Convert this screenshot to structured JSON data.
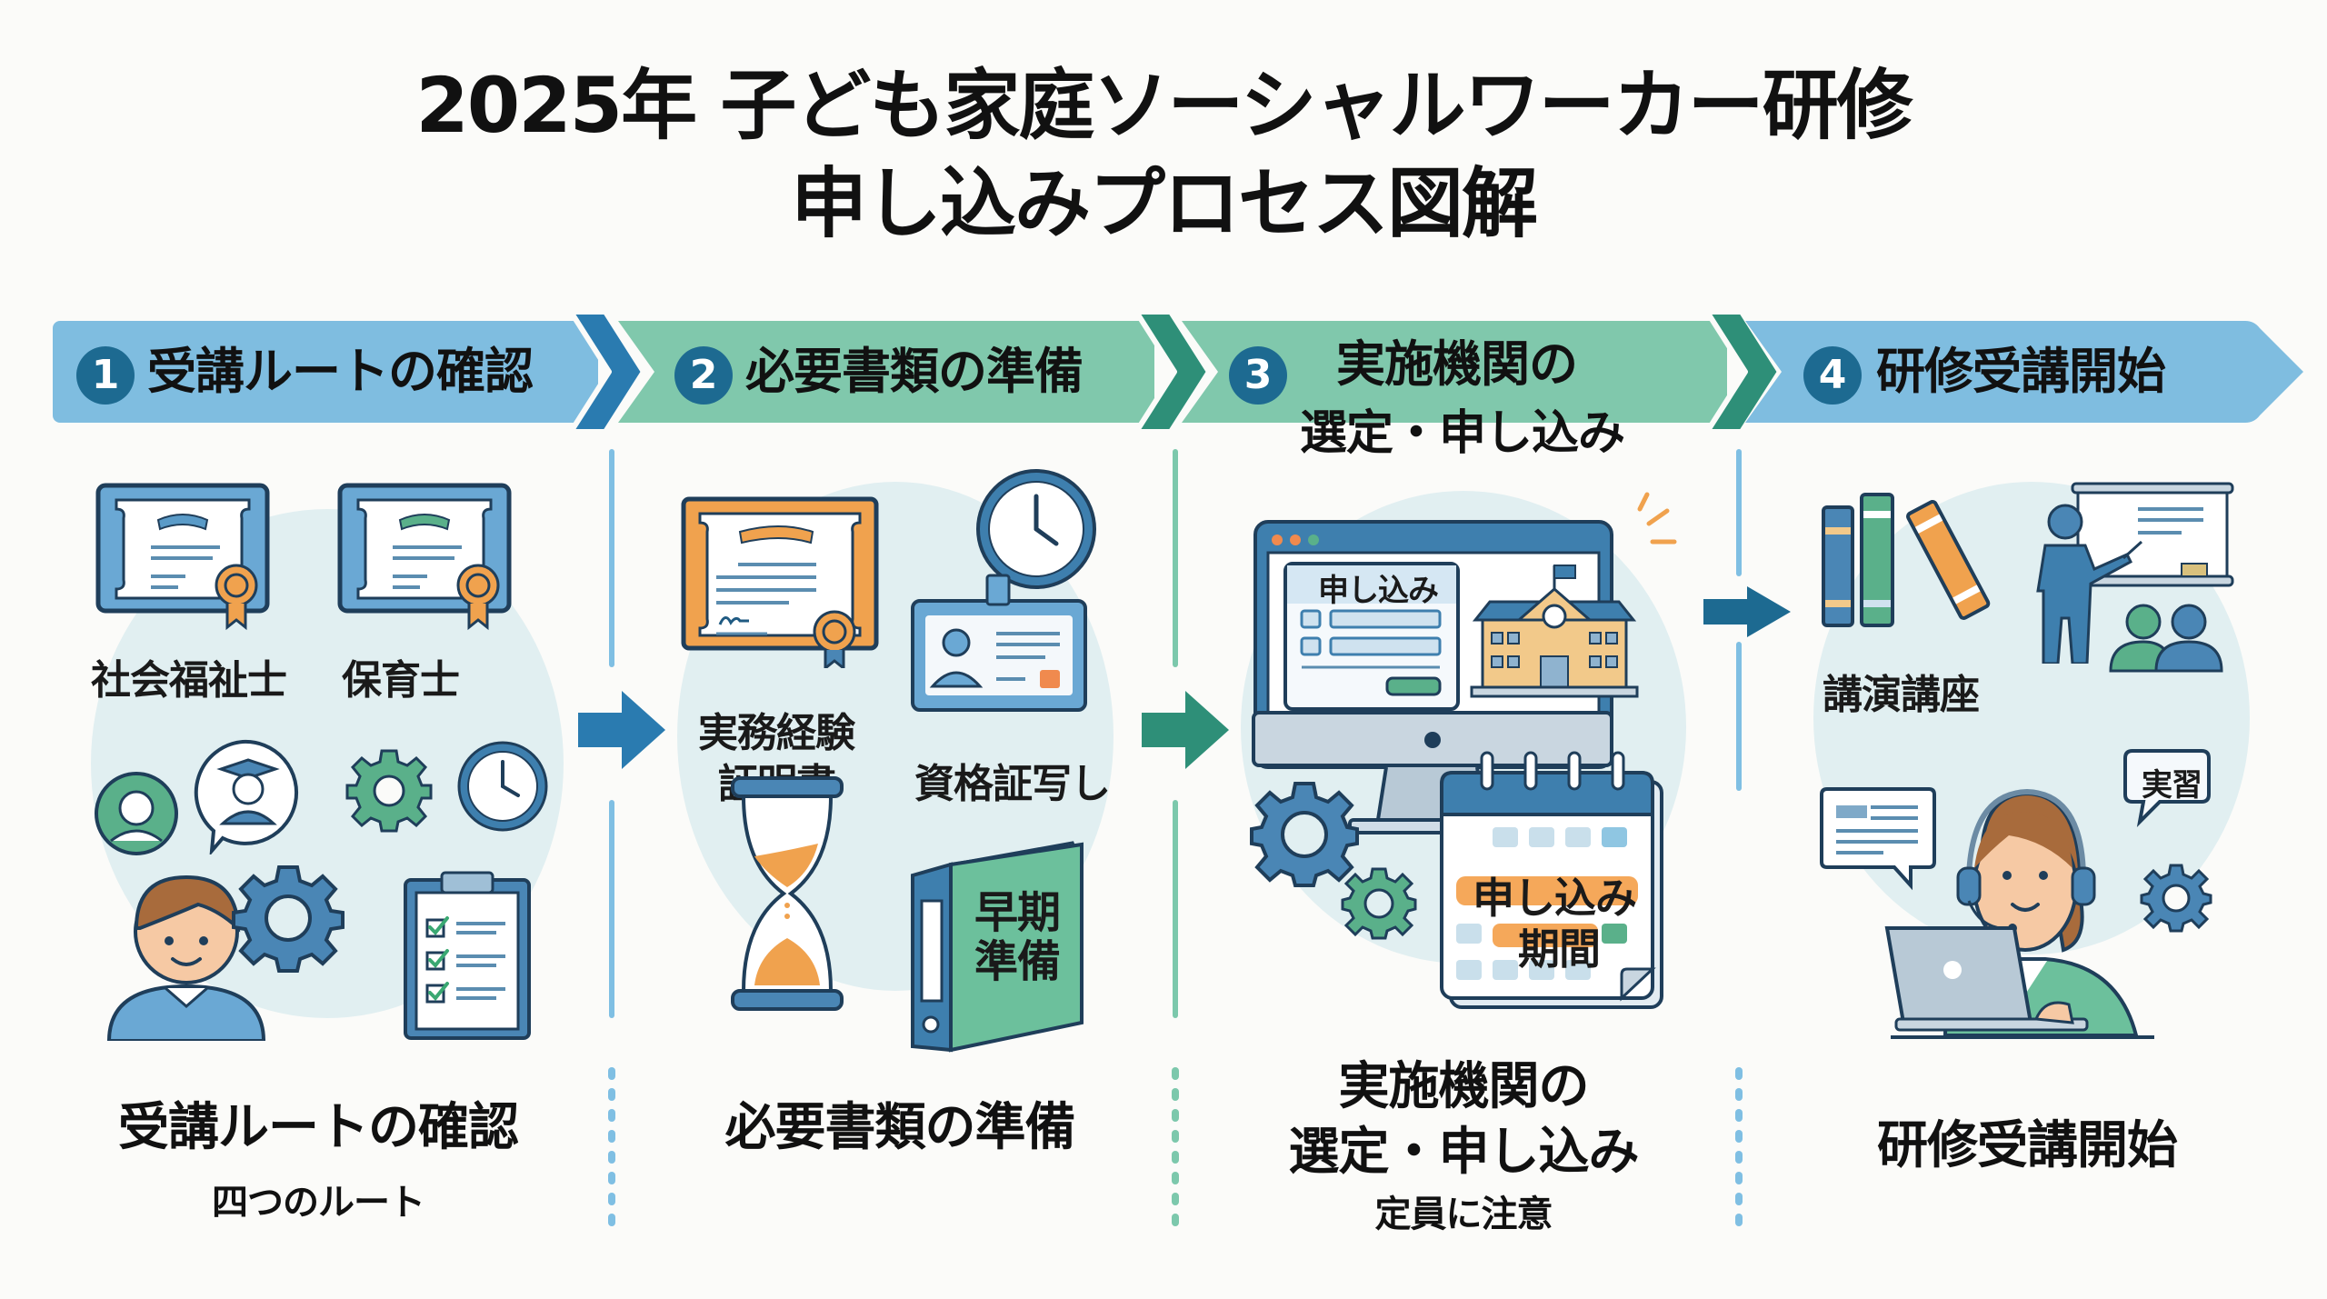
{
  "title": {
    "line1": "2025年 子ども家庭ソーシャルワーカー研修",
    "line2": "申し込みプロセス図解"
  },
  "colors": {
    "blue_banner": "#7fbde0",
    "green_banner": "#80c8ac",
    "blue_dark": "#2a7bb0",
    "green_dark": "#2e8f78",
    "badge": "#1d6a91",
    "divider_blue": "#7fbfe3",
    "divider_green": "#7cc8ac",
    "circle_bg": "#e1eff1",
    "orange": "#f0a24e",
    "navy_outline": "#1f3e5a"
  },
  "steps": [
    {
      "number": "1",
      "banner_label": "受講ルートの確認",
      "caption_title": "受講ルートの確認",
      "caption_sub": "四つのルート",
      "icons": [
        "certificate-icon",
        "certificate-icon",
        "user-avatar-icon",
        "graduate-speech-icon",
        "gear-icon",
        "clock-icon",
        "person-icon",
        "gear-icon",
        "checklist-clipboard-icon"
      ],
      "labels": [
        "社会福祉士",
        "保育士"
      ]
    },
    {
      "number": "2",
      "banner_label": "必要書類の準備",
      "caption_title": "必要書類の準備",
      "caption_sub": "",
      "icons": [
        "certificate-icon",
        "clock-icon",
        "id-card-icon",
        "hourglass-icon",
        "binder-icon"
      ],
      "labels": [
        "実務経験",
        "証明書",
        "資格証写し",
        "早期",
        "準備"
      ]
    },
    {
      "number": "3",
      "banner_label_line1": "実施機関の",
      "banner_label_line2": "選定・申し込み",
      "caption_title_line1": "実施機関の",
      "caption_title_line2": "選定・申し込み",
      "caption_sub": "定員に注意",
      "icons": [
        "monitor-icon",
        "application-form-icon",
        "school-building-icon",
        "calendar-icon",
        "gear-icon",
        "gear-icon"
      ],
      "labels": [
        "申し込み",
        "申し込み",
        "期間"
      ]
    },
    {
      "number": "4",
      "banner_label": "研修受講開始",
      "caption_title": "研修受講開始",
      "caption_sub": "",
      "icons": [
        "books-icon",
        "lecturer-whiteboard-icon",
        "audience-icon",
        "chat-bubble-icon",
        "operator-laptop-icon",
        "gear-icon"
      ],
      "labels": [
        "講演講座",
        "実習"
      ]
    }
  ]
}
